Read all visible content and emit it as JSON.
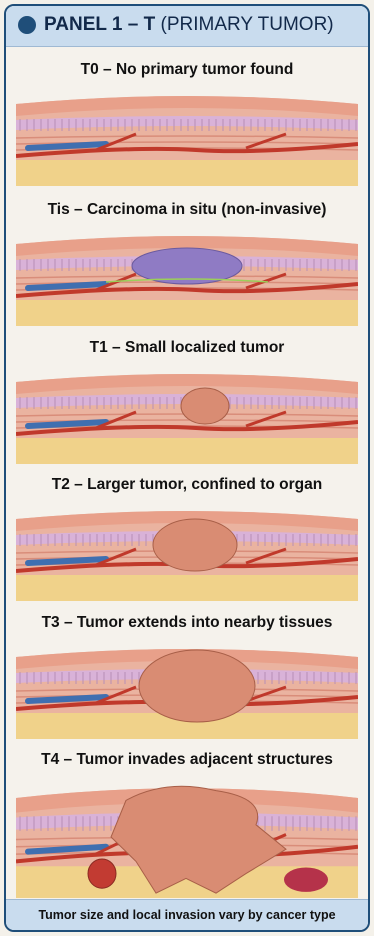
{
  "header": {
    "title_bold": "PANEL 1 – T",
    "title_sub": " (PRIMARY TUMOR)"
  },
  "stages": [
    {
      "label": "T0 – No primary tumor found"
    },
    {
      "label": "Tis – Carcinoma in situ (non-invasive)"
    },
    {
      "label": "T1 – Small localized tumor"
    },
    {
      "label": "T2 – Larger tumor, confined to organ"
    },
    {
      "label": "T3 – Tumor extends into nearby tissues"
    },
    {
      "label": "T4 – Tumor invades adjacent structures"
    }
  ],
  "footer": {
    "note": "Tumor size and local invasion vary by cancer type"
  },
  "colors": {
    "accent": "#1f4e79",
    "header_bg": "#c9dcee",
    "skin": "#e8a08a",
    "tumor": "#d98c73",
    "cis": "#8f7bc4",
    "vein": "#3f6fb0",
    "artery": "#c0392b",
    "fat": "#f0d28a"
  },
  "tumor_levels": [
    "none",
    "in-situ",
    "small",
    "medium",
    "large",
    "invasive"
  ]
}
